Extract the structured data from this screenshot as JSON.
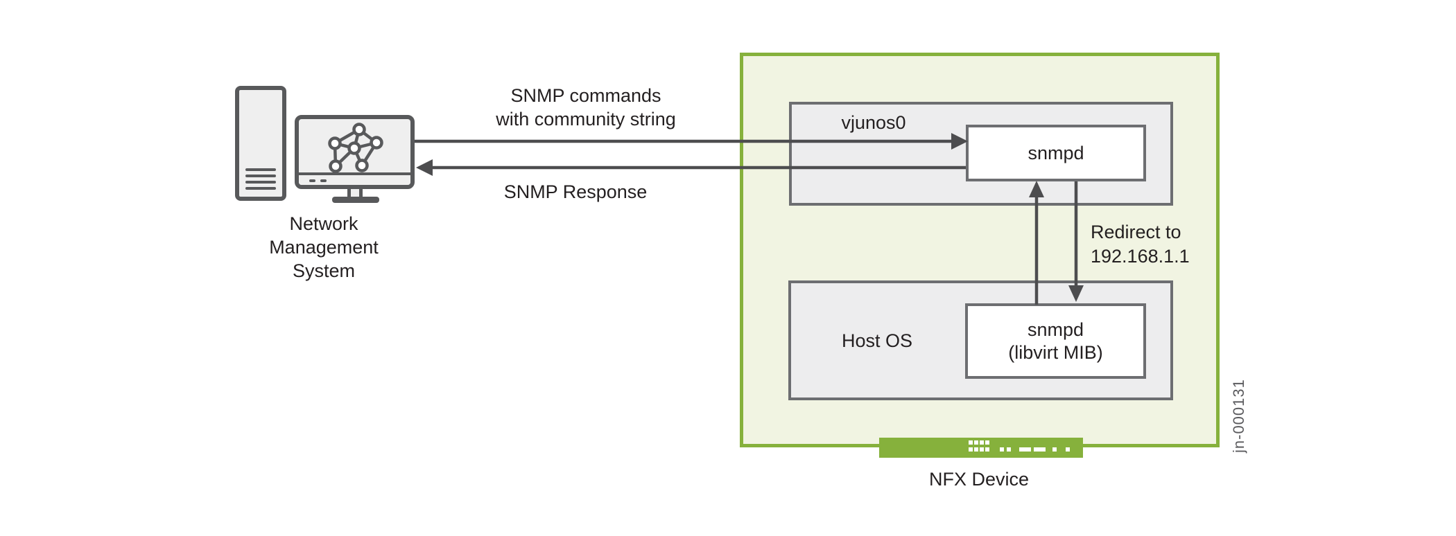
{
  "colors": {
    "accent_green": "#86b13c",
    "nfx_fill": "#f1f4e2",
    "box_border_gray": "#6d6e71",
    "box_fill_gray": "#ededee",
    "arrow_gray": "#4d4d4f",
    "icon_gray": "#58595b",
    "text_black": "#231f20",
    "figure_id_gray": "#5b5b5e"
  },
  "diagram": {
    "figure_id": "jn-000131",
    "nms": {
      "label_lines": [
        "Network",
        "Management",
        "System"
      ]
    },
    "flows": {
      "request": {
        "line1": "SNMP commands",
        "line2": "with community string"
      },
      "response": {
        "label": "SNMP Response"
      },
      "redirect": {
        "line1": "Redirect to",
        "line2": "192.168.1.1"
      }
    },
    "nfx": {
      "label": "NFX Device",
      "vjunos": {
        "label": "vjunos0",
        "snmpd_label": "snmpd"
      },
      "host": {
        "label": "Host OS",
        "snmpd_line1": "snmpd",
        "snmpd_line2": "(libvirt MIB)"
      }
    }
  }
}
